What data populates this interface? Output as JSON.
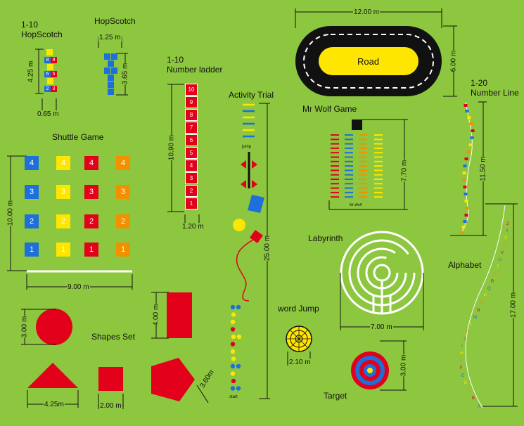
{
  "labels": {
    "hop1_line1": "1-10",
    "hop1_line2": "HopScotch",
    "hop2": "HopScotch",
    "ladder_line1": "1-10",
    "ladder_line2": "Number ladder",
    "activity": "Activity Trial",
    "road": "Road",
    "numline_line1": "1-20",
    "numline_line2": "Number Line",
    "wolf": "Mr Wolf Game",
    "shuttle": "Shuttle Game",
    "labyrinth": "Labyrinth",
    "alphabet": "Alphabet",
    "wordjump": "word Jump",
    "shapes": "Shapes Set",
    "target": "Target",
    "jump": "jump",
    "start": "start",
    "wolf_small": "Mr Wolf"
  },
  "dimensions": {
    "road_width": "12.00 m",
    "road_height": "6.00 m",
    "hop1_height": "4.25 m",
    "hop1_width": "0.65 m",
    "hop2_width": "1.25 m",
    "hop2_height": "3.65 m",
    "ladder_height": "10.90 m",
    "ladder_width": "1.20 m",
    "numline_height": "11.50 m",
    "wolf_height": "7.70 m",
    "shuttle_height": "10.00 m",
    "shuttle_width": "9.00 m",
    "trail_length": "25.00 m",
    "labyrinth_width": "7.00 m",
    "alphabet_height": "17.00 m",
    "wordjump_width": "2.10 m",
    "target_height": "3.00 m",
    "circle_height": "3.00 m",
    "rect_height": "4.00 m",
    "triangle_width": "4.25m",
    "square_width": "2.00 m",
    "pentagon_side": "3.60m"
  },
  "hop1_tiles": [
    "8",
    "9",
    "6",
    "5",
    "2",
    "3"
  ],
  "ladder_numbers": [
    "10",
    "9",
    "8",
    "7",
    "6",
    "5",
    "4",
    "3",
    "2",
    "1"
  ],
  "shuttle_rows": [
    {
      "num": "4"
    },
    {
      "num": "3"
    },
    {
      "num": "2"
    },
    {
      "num": "1"
    }
  ],
  "shuttle_colors": [
    "#1e6fd9",
    "#ffe600",
    "#e3001b",
    "#f39000"
  ],
  "numline_numbers": [
    "20",
    "19",
    "18",
    "17",
    "16",
    "15",
    "14",
    "13",
    "12",
    "11",
    "10",
    "9",
    "8",
    "7",
    "6",
    "5",
    "4",
    "3",
    "2",
    "1"
  ],
  "alphabet_letters": [
    "Z",
    "Y",
    "X",
    "W",
    "V",
    "U",
    "T",
    "S",
    "R",
    "Q",
    "P",
    "O",
    "N",
    "M",
    "L",
    "K",
    "J",
    "I",
    "H",
    "G",
    "F",
    "E",
    "D",
    "C",
    "B",
    "A"
  ],
  "colors": {
    "background": "#8dc63f",
    "red": "#e3001b",
    "blue": "#1e6fd9",
    "yellow": "#ffe600",
    "orange": "#f39000",
    "road": "#111111"
  }
}
